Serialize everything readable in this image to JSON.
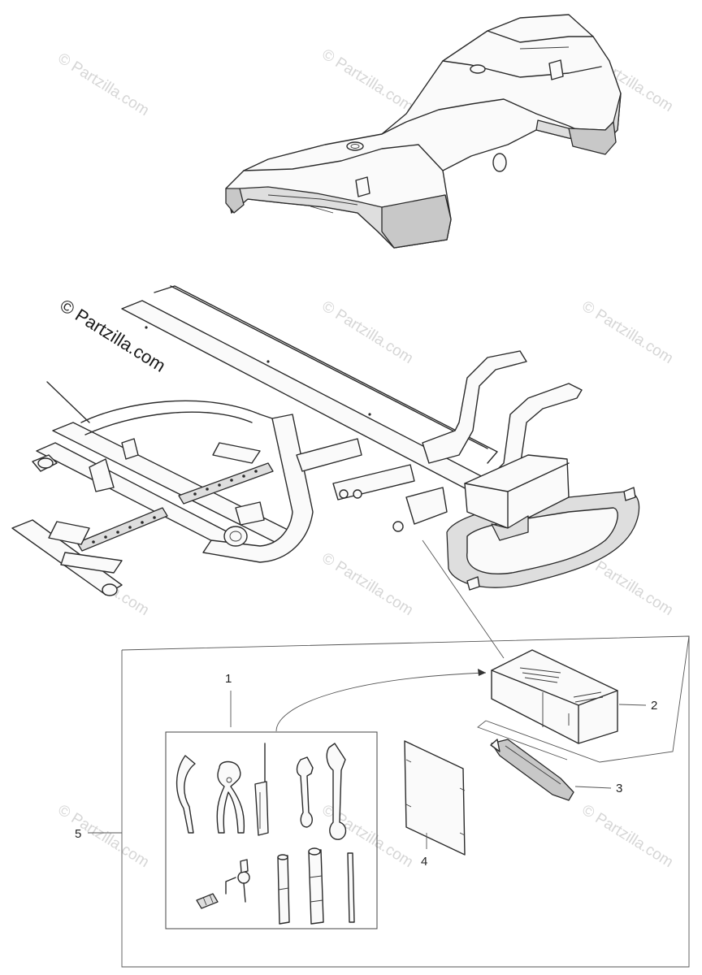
{
  "watermark": {
    "text": "© Partzilla.com",
    "color": "#d6d6d6",
    "strong_color": "#1a1a1a"
  },
  "callouts": [
    "1",
    "2",
    "3",
    "4",
    "5"
  ],
  "parts": [
    {
      "callout": "1",
      "icon": "tool-kit-icon"
    },
    {
      "callout": "2",
      "icon": "tool-pouch-icon"
    },
    {
      "callout": "3",
      "icon": "strap-icon"
    },
    {
      "callout": "4",
      "icon": "manual-sheet-icon"
    },
    {
      "callout": "5",
      "icon": "tool-kit-assembly-icon"
    }
  ]
}
